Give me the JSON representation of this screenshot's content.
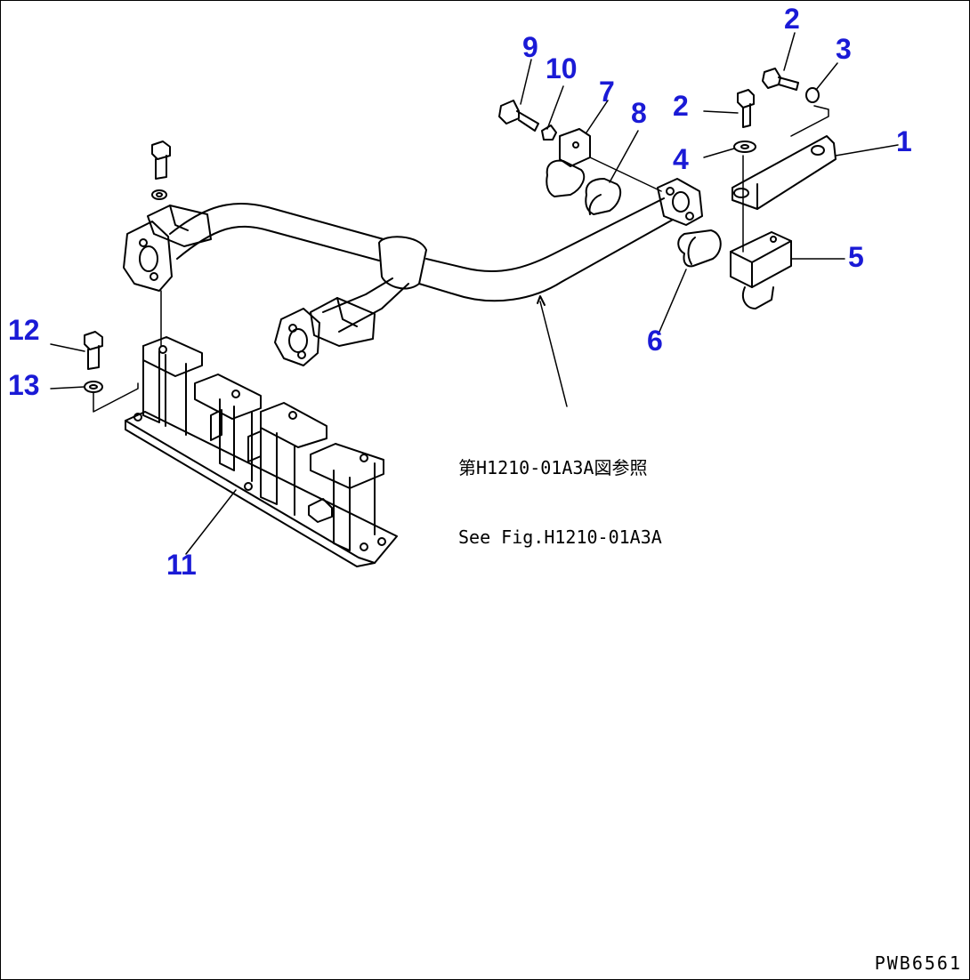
{
  "figure_code": "PWB6561",
  "reference_note": {
    "line1": "第H1210-01A3A図参照",
    "line2": "See Fig.H1210-01A3A"
  },
  "callouts": {
    "c1": "1",
    "c2a": "2",
    "c2b": "2",
    "c3": "3",
    "c4": "4",
    "c5": "5",
    "c6": "6",
    "c7": "7",
    "c8": "8",
    "c9": "9",
    "c10": "10",
    "c11": "11",
    "c12": "12",
    "c13": "13"
  },
  "colors": {
    "callout": "#1a1ad6",
    "line": "#000000",
    "background": "#ffffff"
  }
}
